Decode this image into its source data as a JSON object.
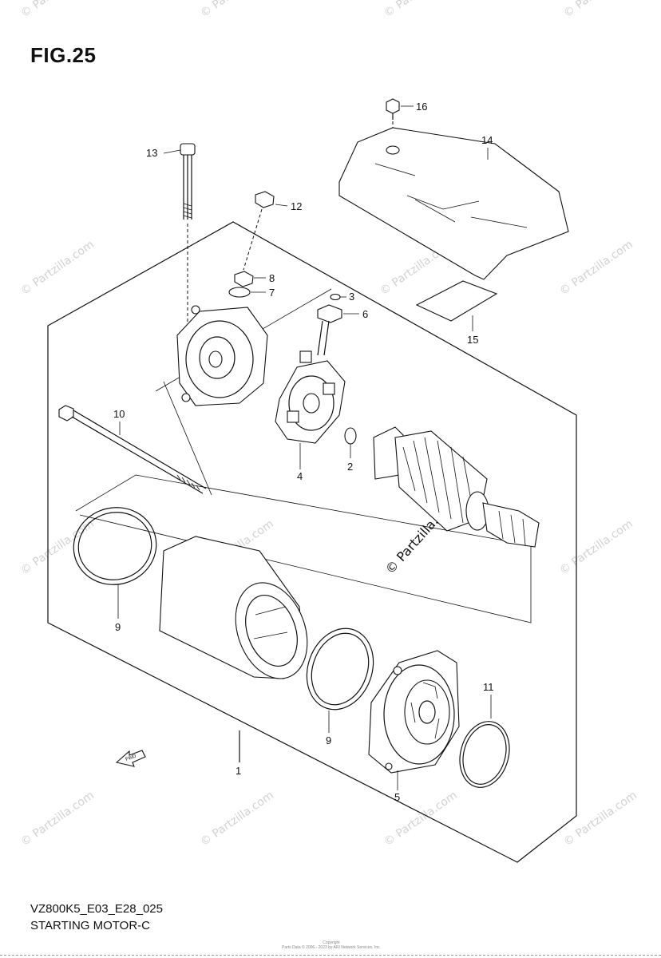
{
  "title": "FIG.25",
  "model_code": "VZ800K5_E03_E28_025",
  "subtitle": "STARTING MOTOR-C",
  "copyright_note": [
    "Copyright",
    "Parts Data © 2006 - 2023 by ARI Network Services, Inc."
  ],
  "watermark": "© Partzilla.com",
  "fwd_label": "FWD",
  "callouts": {
    "c1": "1",
    "c2": "2",
    "c3": "3",
    "c4": "4",
    "c5": "5",
    "c6": "6",
    "c7": "7",
    "c8": "8",
    "c9a": "9",
    "c9b": "9",
    "c10": "10",
    "c11": "11",
    "c12": "12",
    "c13": "13",
    "c14": "14",
    "c15": "15",
    "c16": "16"
  }
}
